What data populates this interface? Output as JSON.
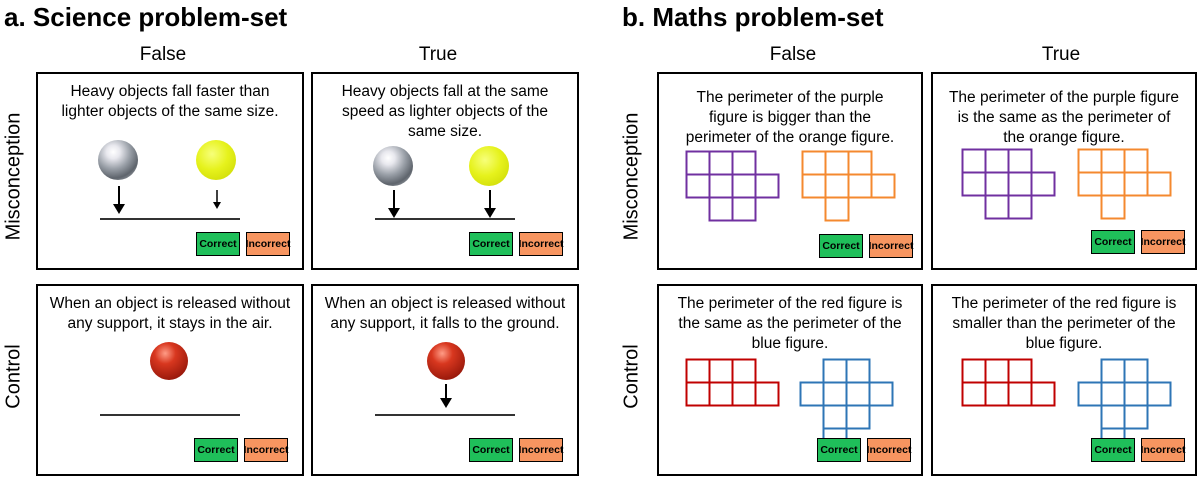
{
  "science": {
    "title": "a. Science problem-set",
    "col_false": "False",
    "col_true": "True",
    "row_misconception": "Misconception",
    "row_control": "Control",
    "panels": {
      "misc_false": "Heavy objects fall faster than lighter objects of the same size.",
      "misc_true": "Heavy objects fall at the same speed as lighter objects of the same size.",
      "ctrl_false": "When an object is released without any support, it stays in the air.",
      "ctrl_true": "When an object is released without any support, it falls to the ground."
    }
  },
  "maths": {
    "title": "b. Maths problem-set",
    "col_false": "False",
    "col_true": "True",
    "row_misconception": "Misconception",
    "row_control": "Control",
    "panels": {
      "misc_false": "The perimeter of the purple figure is bigger than the perimeter of the orange figure.",
      "misc_true": "The perimeter of the purple figure is the same as the perimeter of the orange figure.",
      "ctrl_false": "The perimeter of the red figure is the same as the perimeter of the blue figure.",
      "ctrl_true": "The perimeter of the red figure is smaller than the perimeter of the blue figure."
    }
  },
  "buttons": {
    "correct": "Correct",
    "incorrect": "Incorrect"
  },
  "colors": {
    "purple": "#7030a0",
    "orange": "#f4892f",
    "red": "#c00000",
    "blue": "#2e75b6",
    "correct": "#1fbf5a",
    "incorrect": "#f79560"
  }
}
